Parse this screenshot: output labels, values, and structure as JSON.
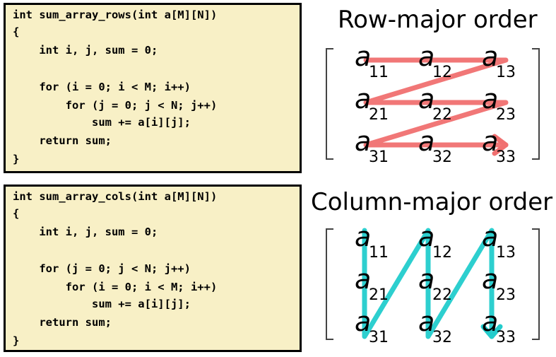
{
  "row_code": {
    "lines": [
      "int sum_array_rows(int a[M][N])",
      "{",
      "    int i, j, sum = 0;",
      "",
      "    for (i = 0; i < M; i++)",
      "        for (j = 0; j < N; j++)",
      "            sum += a[i][j];",
      "    return sum;",
      "}"
    ]
  },
  "col_code": {
    "lines": [
      "int sum_array_cols(int a[M][N])",
      "{",
      "    int i, j, sum = 0;",
      "",
      "    for (j = 0; j < N; j++)",
      "        for (i = 0; i < M; i++)",
      "            sum += a[i][j];",
      "    return sum;",
      "}"
    ]
  },
  "row_major": {
    "title": "Row-major order",
    "color": "#f07070",
    "traversal": [
      "11",
      "12",
      "13",
      "21",
      "22",
      "23",
      "31",
      "32",
      "33"
    ]
  },
  "col_major": {
    "title": "Column-major order",
    "color": "#22cccc",
    "traversal": [
      "11",
      "21",
      "31",
      "12",
      "22",
      "32",
      "13",
      "23",
      "33"
    ]
  },
  "matrix": {
    "symbol": "a",
    "rows": [
      [
        "11",
        "12",
        "13"
      ],
      [
        "21",
        "22",
        "23"
      ],
      [
        "31",
        "32",
        "33"
      ]
    ]
  }
}
